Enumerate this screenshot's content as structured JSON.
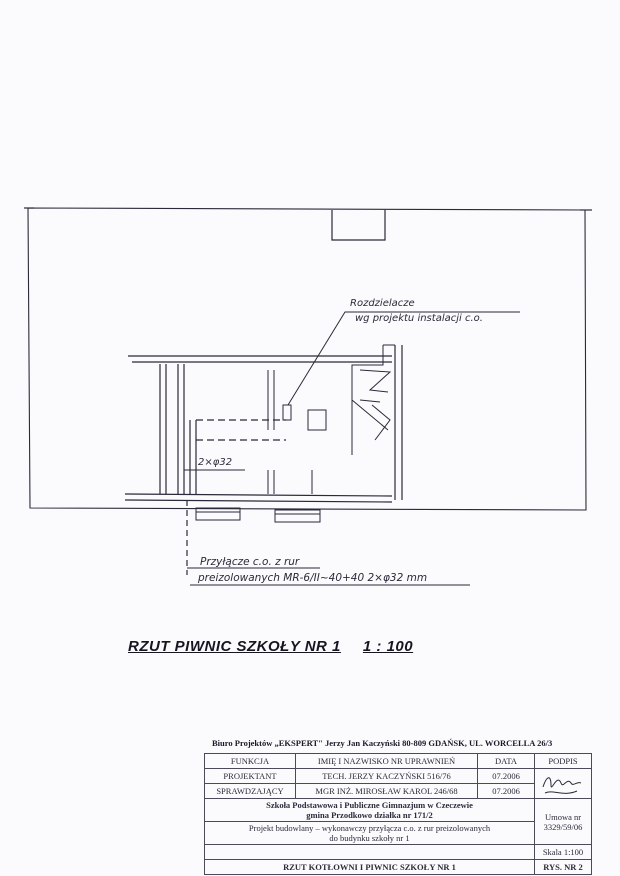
{
  "drawing": {
    "annotation_distributor": {
      "line1": "Rozdzielacze",
      "line2": "wg projektu instalacji c.o."
    },
    "pipe_label": "2×φ32",
    "connection_note": {
      "line1": "Przyłącze c.o. z rur",
      "line2": "preizolowanych MR-6/II~40+40  2×φ32 mm"
    }
  },
  "plan_title": {
    "name": "RZUT  PIWNIC  SZKOŁY NR  1",
    "scale": "1 : 100"
  },
  "title_block": {
    "bureau": "Biuro Projektów „EKSPERT\" Jerzy Jan Kaczyński  80-809 GDAŃSK, UL. WORCELLA 26/3",
    "headers": {
      "funkcja": "FUNKCJA",
      "imie": "IMIĘ I NAZWISKO  NR UPRAWNIEŃ",
      "data": "DATA",
      "podpis": "PODPIS"
    },
    "rows": [
      {
        "funkcja": "PROJEKTANT",
        "imie": "TECH. JERZY  KACZYŃSKI    516/76",
        "data": "07.2006"
      },
      {
        "funkcja": "SPRAWDZAJĄCY",
        "imie": "MGR INŻ. MIROSŁAW  KAROL    246/68",
        "data": "07.2006"
      }
    ],
    "school_line1": "Szkoła Podstawowa i Publiczne Gimnazjum w Czeczewie",
    "school_line2": "gmina Przodkowo działka nr 171/2",
    "contract_label": "Umowa nr",
    "contract_number": "3329/59/06",
    "project_line1": "Projekt budowlany – wykonawczy przyłącza c.o. z rur preizolowanych",
    "project_line2": "do budynku szkoły nr 1",
    "scale": "Skala 1:100",
    "drawing_title": "RZUT  KOTŁOWNI  I  PIWNIC  SZKOŁY  NR  1",
    "drawing_number": "RYS. NR 2"
  }
}
